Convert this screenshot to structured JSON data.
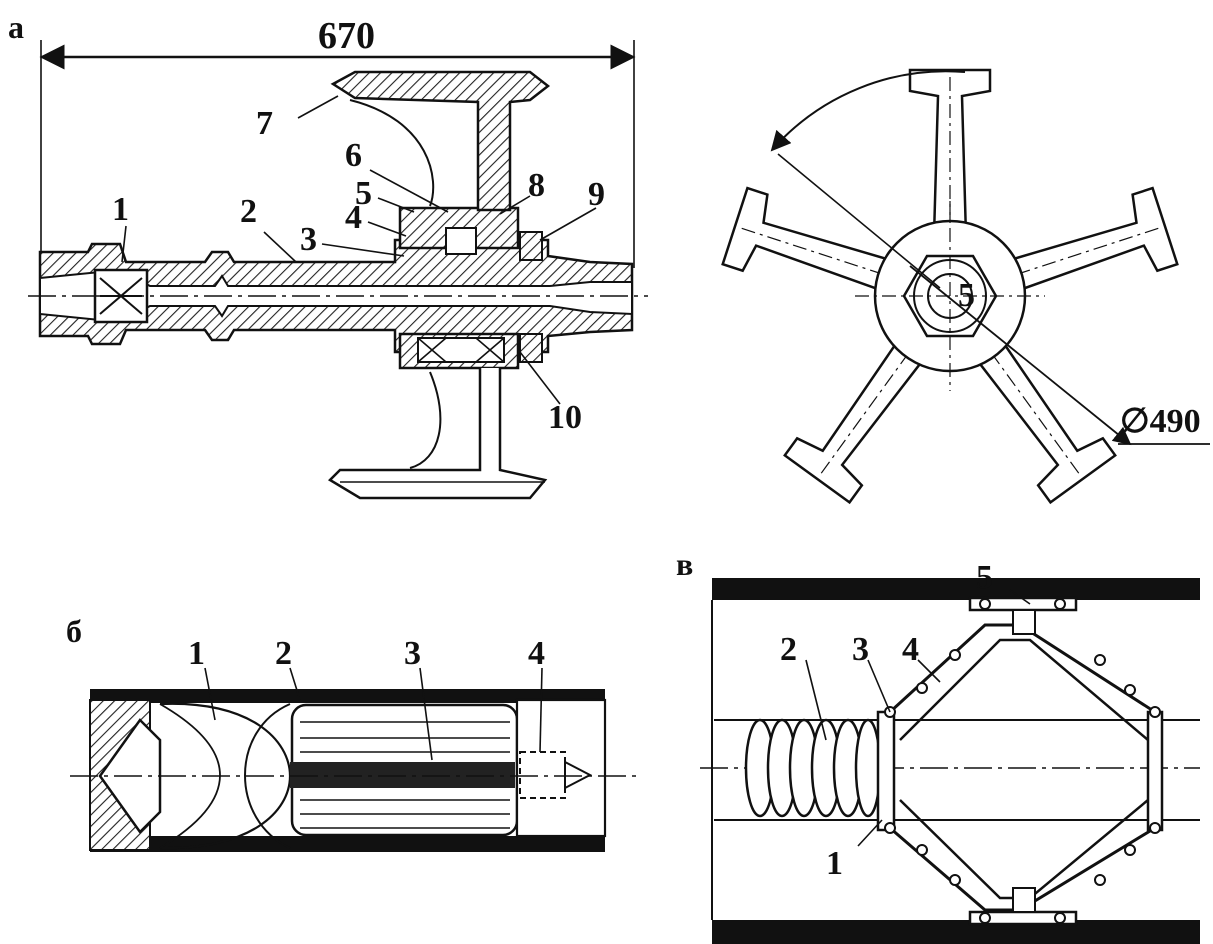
{
  "panels": {
    "a": "а",
    "b": "б",
    "v": "в"
  },
  "panel_a": {
    "dimension_length": "670",
    "parts": [
      "1",
      "2",
      "3",
      "4",
      "5",
      "6",
      "7",
      "8",
      "9",
      "10"
    ]
  },
  "panel_a_end_view": {
    "part_label": "5",
    "diameter_label": "∅490"
  },
  "panel_b": {
    "parts": [
      "1",
      "2",
      "3",
      "4"
    ]
  },
  "panel_v": {
    "parts": [
      "1",
      "2",
      "3",
      "4",
      "5"
    ]
  }
}
